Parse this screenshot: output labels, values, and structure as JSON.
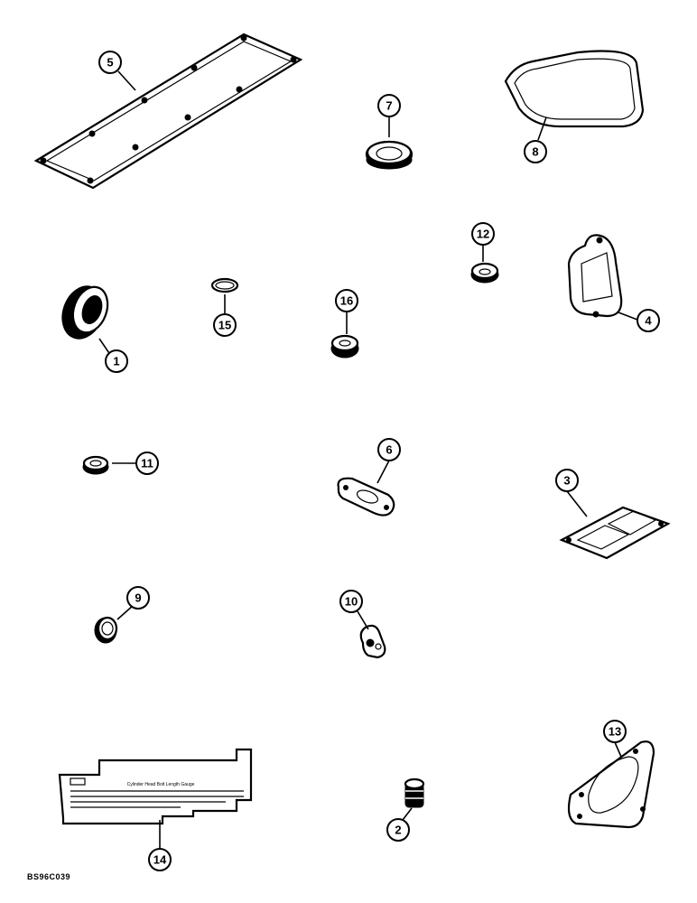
{
  "diagram": {
    "callouts": [
      {
        "id": "c5",
        "label": "5"
      },
      {
        "id": "c7",
        "label": "7"
      },
      {
        "id": "c8",
        "label": "8"
      },
      {
        "id": "c12",
        "label": "12"
      },
      {
        "id": "c4",
        "label": "4"
      },
      {
        "id": "c15",
        "label": "15"
      },
      {
        "id": "c16",
        "label": "16"
      },
      {
        "id": "c1",
        "label": "1"
      },
      {
        "id": "c11",
        "label": "11"
      },
      {
        "id": "c6",
        "label": "6"
      },
      {
        "id": "c3",
        "label": "3"
      },
      {
        "id": "c9",
        "label": "9"
      },
      {
        "id": "c10",
        "label": "10"
      },
      {
        "id": "c13",
        "label": "13"
      },
      {
        "id": "c14",
        "label": "14"
      },
      {
        "id": "c2",
        "label": "2"
      }
    ],
    "gauge_text": "Cylinder Head Bolt Length Gauge",
    "drawing_code": "BS96C039"
  }
}
